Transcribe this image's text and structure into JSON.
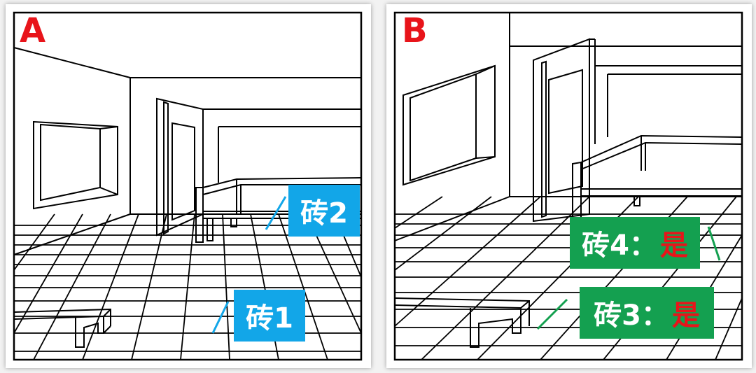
{
  "panels": {
    "a": {
      "letter": "A",
      "tile1": "砖1",
      "tile2": "砖2"
    },
    "b": {
      "letter": "B",
      "tile3": {
        "label": "砖3：",
        "value": "是"
      },
      "tile4": {
        "label": "砖4：",
        "value": "是"
      }
    }
  },
  "colors": {
    "letter": "#e8141a",
    "tag_blue": "#12a6e8",
    "tag_green": "#14a050",
    "answer_red": "#e8141a",
    "line_blue": "#12a6e8",
    "line_green": "#14a050"
  }
}
